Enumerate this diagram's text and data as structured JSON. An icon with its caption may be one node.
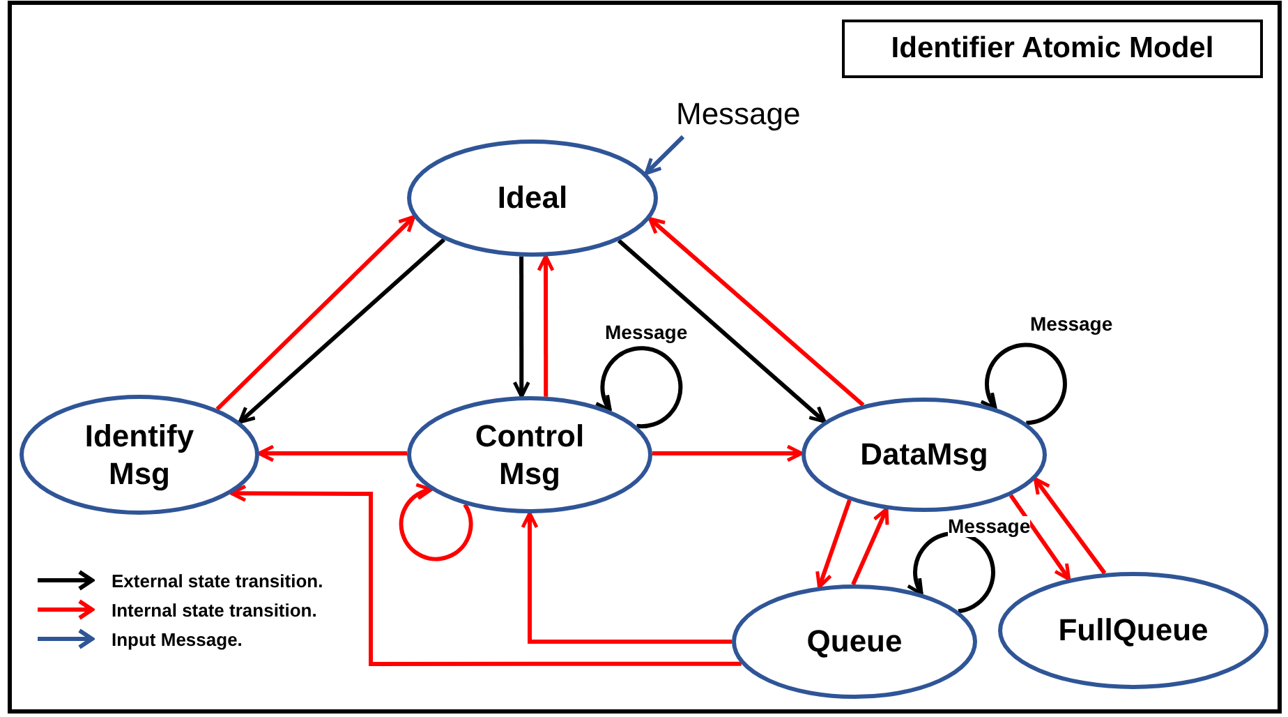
{
  "diagram": {
    "title": "Identifier Atomic Model",
    "nodes": [
      {
        "text": [
          "Ideal"
        ]
      },
      {
        "text": [
          "Identify Msg"
        ]
      },
      {
        "text": [
          "Control Msg"
        ]
      },
      {
        "text": [
          "DataMsg"
        ]
      },
      {
        "text": [
          "Queue"
        ]
      },
      {
        "text": [
          "FullQueue"
        ]
      }
    ],
    "edges": [
      {
        "from": null,
        "to": 0,
        "arrow": "to",
        "label": "Message",
        "color": "#2f5597"
      },
      {
        "from": 0,
        "to": 1,
        "arrow": "to",
        "color": "#000000"
      },
      {
        "from": 1,
        "to": 0,
        "arrow": "to",
        "color": "#ff0000"
      },
      {
        "from": 0,
        "to": 2,
        "arrow": "to",
        "color": "#000000"
      },
      {
        "from": 2,
        "to": 0,
        "arrow": "to",
        "color": "#ff0000"
      },
      {
        "from": 0,
        "to": 3,
        "arrow": "to",
        "color": "#000000"
      },
      {
        "from": 3,
        "to": 0,
        "arrow": "to",
        "color": "#ff0000"
      },
      {
        "from": 2,
        "to": 2,
        "arrow": "to",
        "label": "Message",
        "color": "#000000"
      },
      {
        "from": 2,
        "to": 1,
        "arrow": "to",
        "color": "#ff0000"
      },
      {
        "from": 2,
        "to": 3,
        "arrow": "to",
        "color": "#ff0000"
      },
      {
        "from": 2,
        "to": 2,
        "arrow": "to",
        "color": "#ff0000"
      },
      {
        "from": 3,
        "to": 3,
        "arrow": "to",
        "label": "Message",
        "color": "#000000"
      },
      {
        "from": 3,
        "to": 4,
        "arrow": "to",
        "color": "#ff0000"
      },
      {
        "from": 4,
        "to": 3,
        "arrow": "to",
        "color": "#ff0000"
      },
      {
        "from": 3,
        "to": 5,
        "arrow": "to",
        "color": "#ff0000"
      },
      {
        "from": 5,
        "to": 3,
        "arrow": "to",
        "color": "#ff0000"
      },
      {
        "from": 4,
        "to": 4,
        "arrow": "to",
        "label": "Message",
        "color": "#000000"
      },
      {
        "from": 4,
        "to": 1,
        "arrow": "to",
        "color": "#ff0000"
      },
      {
        "from": 4,
        "to": 2,
        "arrow": "to",
        "color": "#ff0000"
      }
    ],
    "legend": [
      {
        "text": "External state transition.",
        "color": "#000000"
      },
      {
        "text": "Internal state transition.",
        "color": "#ff0000"
      },
      {
        "text": "Input Message.",
        "color": "#2f5597"
      }
    ]
  }
}
